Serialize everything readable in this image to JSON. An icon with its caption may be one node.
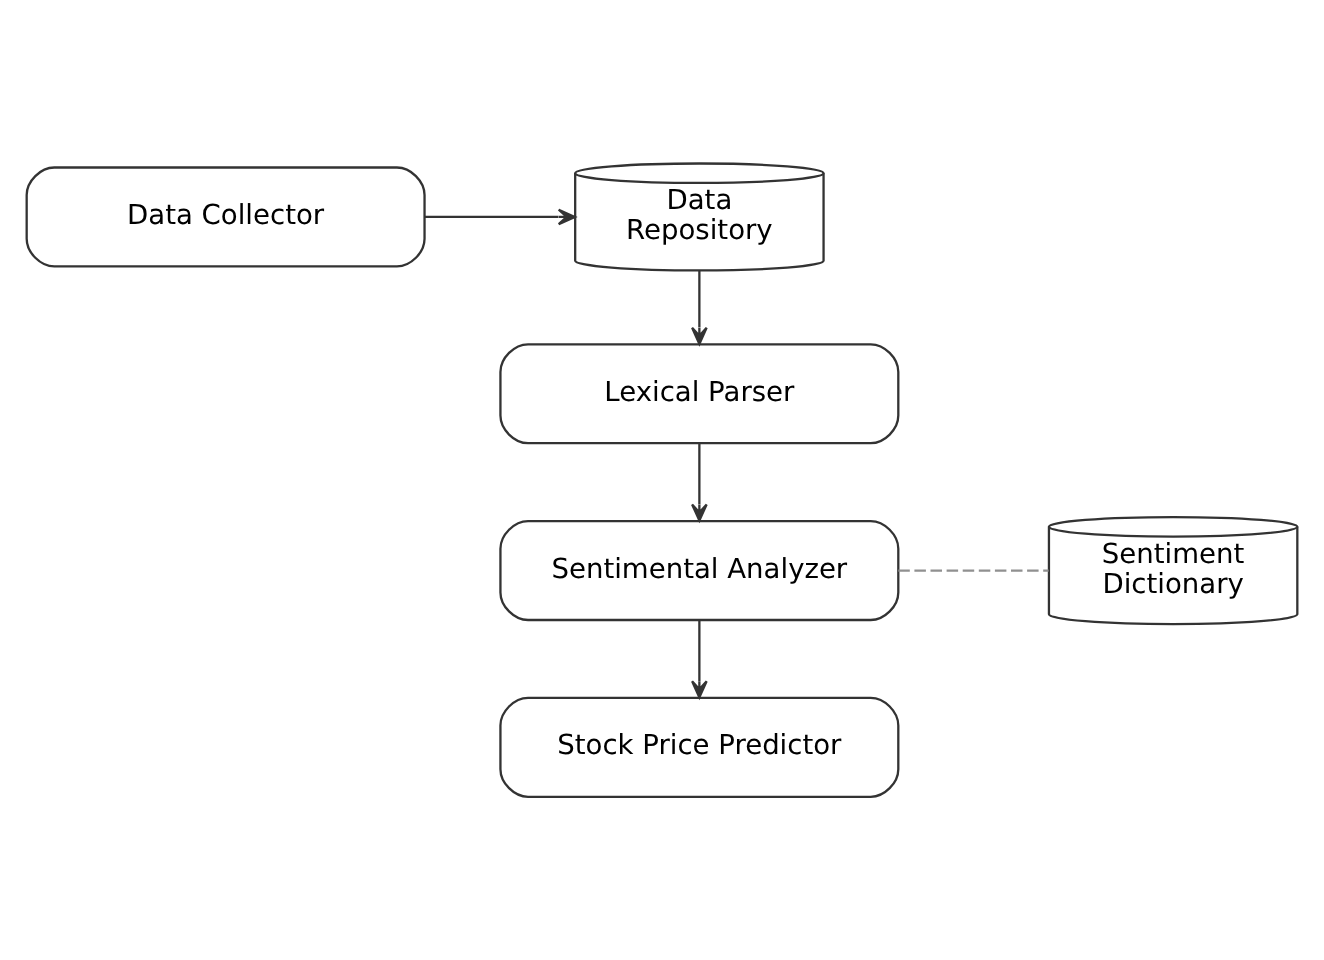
{
  "diagram": {
    "nodes": [
      {
        "text": [
          "Data Collector"
        ]
      },
      {
        "text": [
          "Data Repository"
        ]
      },
      {
        "text": [
          "Lexical Parser"
        ]
      },
      {
        "text": [
          "Sentimental Analyzer"
        ]
      },
      {
        "text": [
          "Sentiment Dictionary"
        ]
      },
      {
        "text": [
          "Stock Price Predictor"
        ]
      }
    ],
    "edges": [
      {
        "from": 0,
        "to": 1,
        "arrow": "to"
      },
      {
        "from": 1,
        "to": 2,
        "arrow": "to"
      },
      {
        "from": 2,
        "to": 3,
        "arrow": "to"
      },
      {
        "from": 3,
        "to": 4,
        "arrow": "none",
        "style": "dashed",
        "color": "#909090"
      },
      {
        "from": 3,
        "to": 5,
        "arrow": "to"
      }
    ]
  }
}
